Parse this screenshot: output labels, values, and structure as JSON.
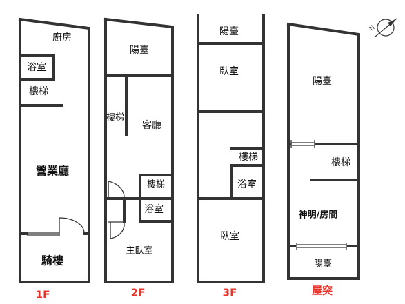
{
  "floors": {
    "f1": {
      "label": "1F",
      "rooms": {
        "kitchen": "廚房",
        "bath": "浴室",
        "stairs": "樓梯",
        "hall": "營業廳",
        "arcade": "騎樓"
      }
    },
    "f2": {
      "label": "2F",
      "rooms": {
        "balcony": "陽臺",
        "stairs_left": "樓梯",
        "living": "客廳",
        "stairs_right": "樓梯",
        "bath": "浴室",
        "master": "主臥室"
      }
    },
    "f3": {
      "label": "3F",
      "rooms": {
        "balcony": "陽臺",
        "bedroom_top": "臥室",
        "stairs": "樓梯",
        "bath": "浴室",
        "bedroom_bottom": "臥室"
      }
    },
    "roof": {
      "label": "屋突",
      "rooms": {
        "balcony_top": "陽臺",
        "stairs": "樓梯",
        "shrine": "神明/房間",
        "balcony_bottom": "陽臺"
      }
    }
  },
  "compass": {
    "label": "N",
    "icon": "north-arrow-icon"
  },
  "colors": {
    "wall": "#333333",
    "floor_label": "#e8332a"
  }
}
